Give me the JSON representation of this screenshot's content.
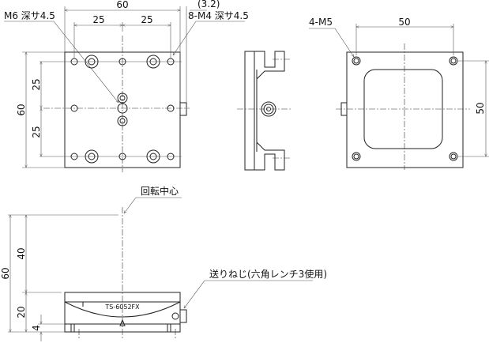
{
  "top_view": {
    "dim_width": "60",
    "dim_pitch_left": "25",
    "dim_pitch_right": "25",
    "dim_offset": "(3.2)",
    "dim_height": "60",
    "dim_pitch_upper": "25",
    "dim_pitch_lower": "25",
    "callout_center_hole": "M6 深サ4.5",
    "callout_holes": "8-M4 深サ4.5"
  },
  "bottom_view": {
    "callout_holes": "4-M5",
    "dim_width": "50",
    "dim_height": "50"
  },
  "front_view": {
    "callout_rotation_center": "回転中心",
    "callout_feed_screw": "送りねじ(六角レンチ3使用)",
    "model_label": "TS-6052FX",
    "dim_total_height": "60",
    "dim_center_height": "40",
    "dim_stage_height": "20",
    "dim_base_height": "4"
  }
}
